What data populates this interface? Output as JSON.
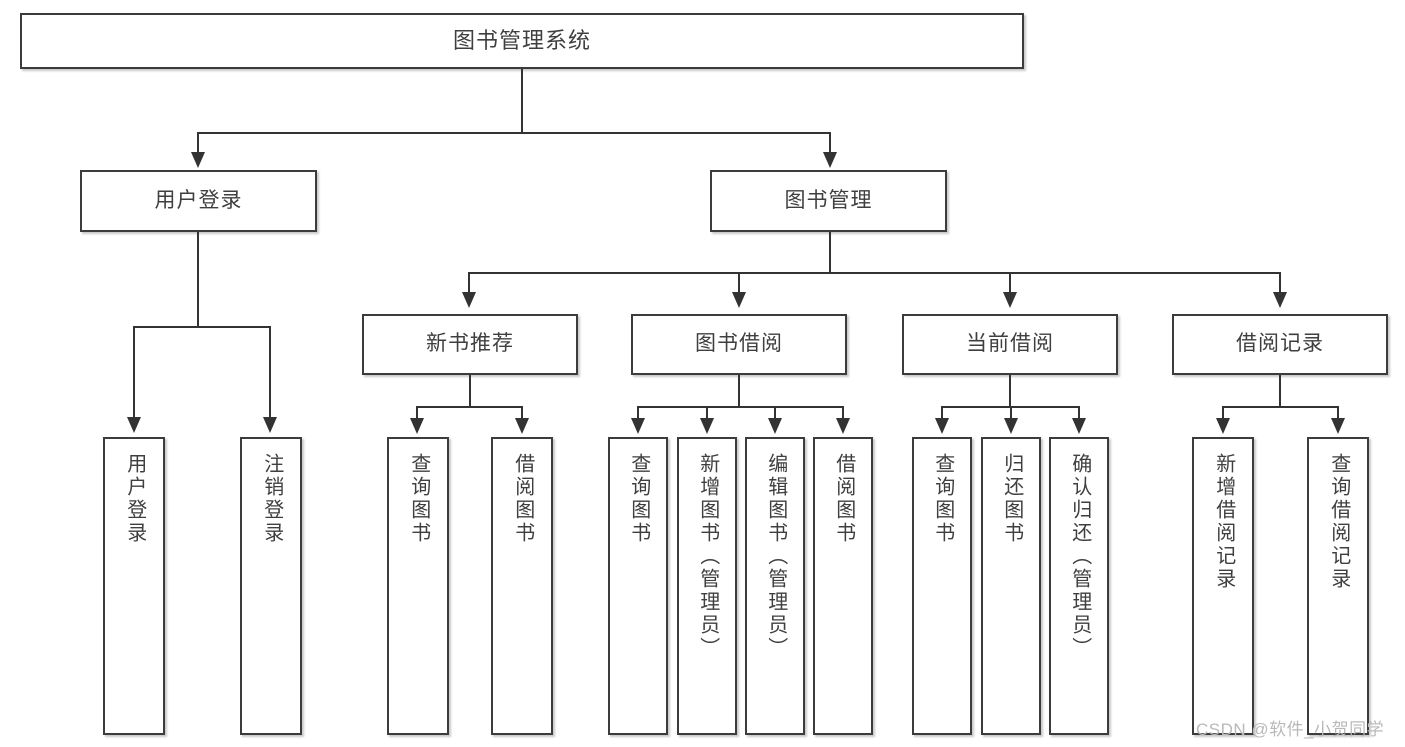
{
  "diagram": {
    "title": "图书管理系统",
    "type": "tree-hierarchy-diagram",
    "colors": {
      "box_border": "#3c3c3c",
      "connector": "#333333",
      "text": "#3f3f3f",
      "background": "#ffffff",
      "watermark": "#b9b9b9"
    },
    "root": {
      "label": "图书管理系统"
    },
    "level2": [
      {
        "label": "用户登录"
      },
      {
        "label": "图书管理"
      }
    ],
    "level3": [
      {
        "label": "新书推荐"
      },
      {
        "label": "图书借阅"
      },
      {
        "label": "当前借阅"
      },
      {
        "label": "借阅记录"
      }
    ],
    "leaves": {
      "user_login": [
        {
          "label": "用户登录"
        },
        {
          "label": "注销登录"
        }
      ],
      "new_book_recommend": [
        {
          "label": "查询图书"
        },
        {
          "label": "借阅图书"
        }
      ],
      "book_borrow": [
        {
          "label": "查询图书"
        },
        {
          "label": "新增图书（管理员）"
        },
        {
          "label": "编辑图书（管理员）"
        },
        {
          "label": "借阅图书"
        }
      ],
      "current_borrow": [
        {
          "label": "查询图书"
        },
        {
          "label": "归还图书"
        },
        {
          "label": "确认归还（管理员）"
        }
      ],
      "borrow_record": [
        {
          "label": "新增借阅记录"
        },
        {
          "label": "查询借阅记录"
        }
      ]
    }
  },
  "watermark": {
    "text": "CSDN @软件_小贺同学"
  }
}
